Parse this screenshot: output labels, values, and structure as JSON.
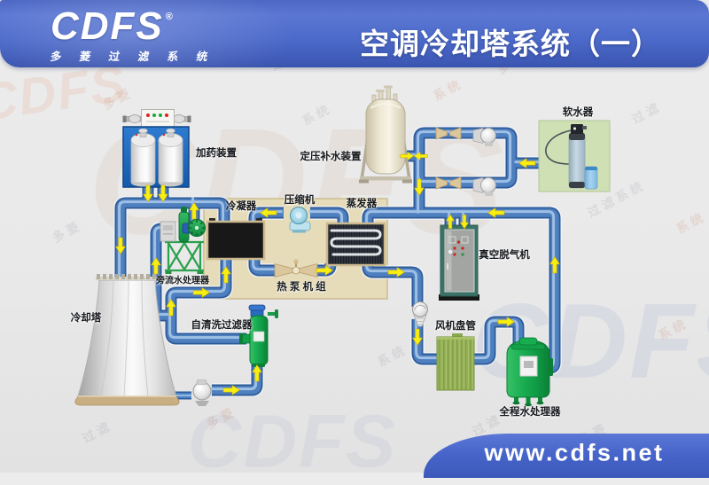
{
  "header": {
    "logo_text": "CDFS",
    "logo_registered": "®",
    "logo_subtitle": "多 菱 过 滤 系 统",
    "title": "空调冷却塔系统（一）"
  },
  "footer": {
    "url": "www.cdfs.net"
  },
  "watermark": {
    "logo_text": "CDFS",
    "tokens": [
      "多 菱",
      "过 滤",
      "系 统",
      "多 菱 过 滤",
      "系 统",
      "过 滤 系 统"
    ]
  },
  "labels": {
    "dosing_device": "加药装置",
    "pressure_makeup_tank": "定压补水装置",
    "water_softener": "软水器",
    "compressor": "压缩机",
    "condenser": "冷凝器",
    "evaporator": "蒸发器",
    "heat_pump_unit": "热 泵 机 组",
    "sidestream_water_processor": "旁流水处理器",
    "cooling_tower": "冷却塔",
    "self_cleaning_filter": "自清洗过滤器",
    "vacuum_degasser": "真空脱气机",
    "fan_coil_unit": "风机盘管",
    "full_flow_water_processor": "全程水处理器"
  }
}
